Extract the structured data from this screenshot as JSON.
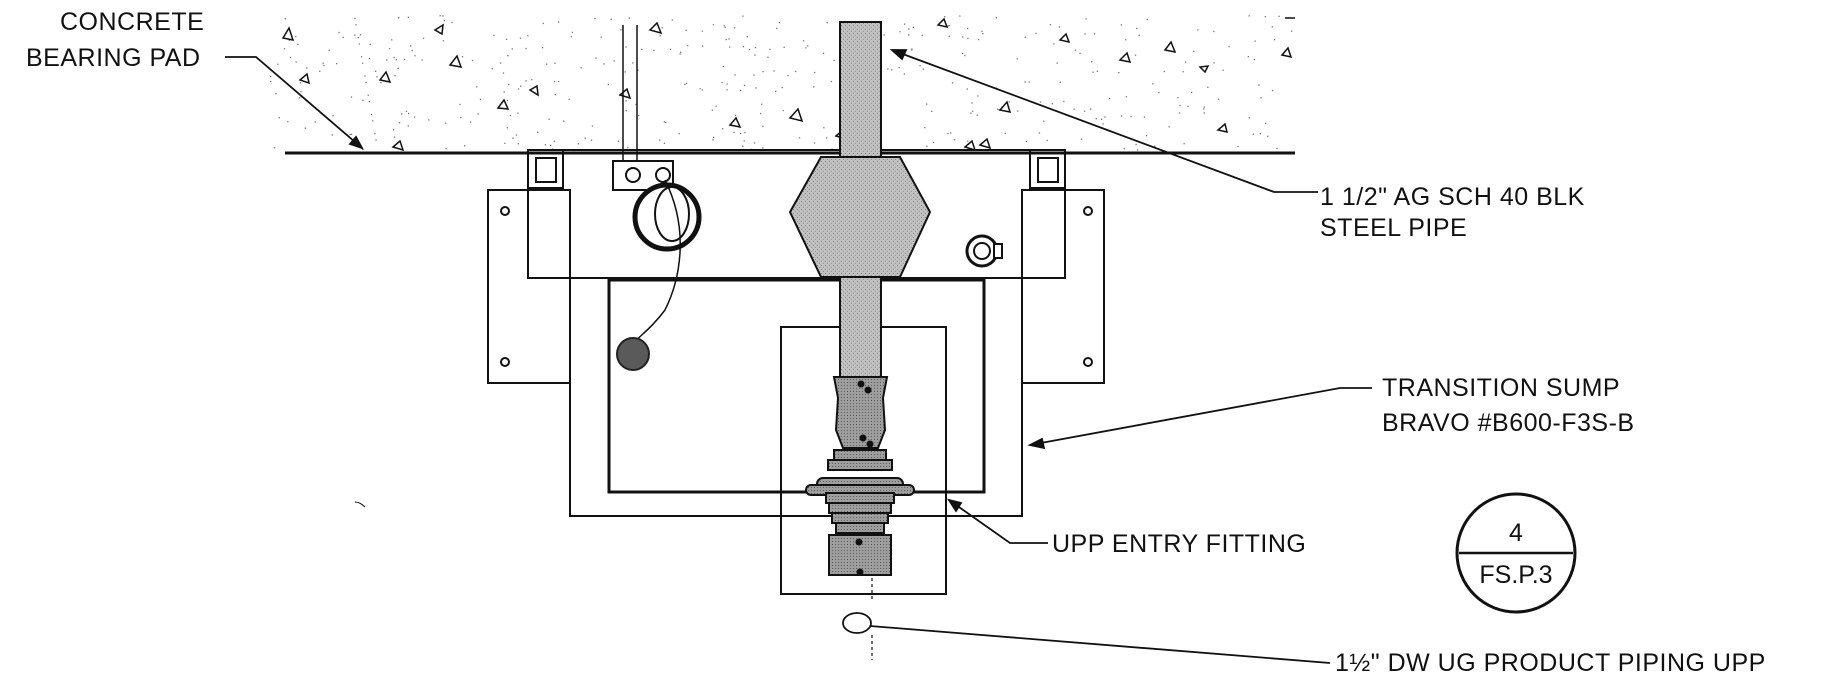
{
  "callouts": {
    "bearing_pad_line1": "CONCRETE",
    "bearing_pad_line2": "BEARING PAD",
    "steel_pipe_line1": "1 1/2\" AG SCH 40 BLK",
    "steel_pipe_line2": "STEEL PIPE",
    "sump_line1": "TRANSITION SUMP",
    "sump_line2": "BRAVO #B600-F3S-B",
    "entry_fitting": "UPP ENTRY FITTING",
    "product_piping": "1½\" DW UG PRODUCT PIPING UPP"
  },
  "detail_bubble": {
    "number": "4",
    "sheet": "FS.P.3"
  },
  "colors": {
    "line": "#111111",
    "pipe_fill": "#b3b3b3",
    "stipple": "#777777"
  }
}
